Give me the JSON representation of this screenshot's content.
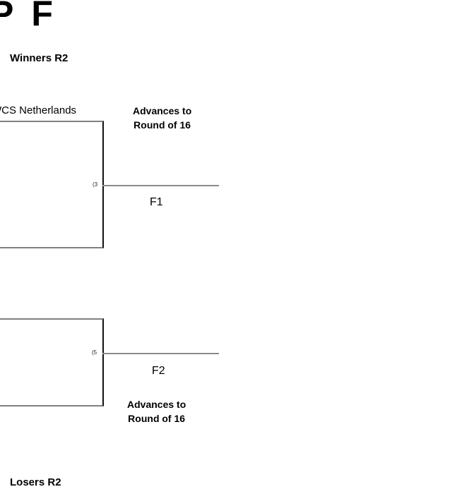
{
  "page": {
    "title_clipped": "P F",
    "background": "#ffffff",
    "line_color_box": "#111111",
    "line_color_connector": "#8a8a8a"
  },
  "headings": {
    "winners": "Winners R2",
    "losers": "Losers R2"
  },
  "bracket": {
    "type": "double-elimination-bracket",
    "matches": [
      {
        "id": "match-1",
        "seed_label": "WCS Netherlands",
        "match_tag": "(3",
        "flight_label": "F1",
        "advance_note_line1": "Advances to",
        "advance_note_line2": "Round of 16"
      },
      {
        "id": "match-2",
        "match_tag": "(5",
        "flight_label": "F2",
        "advance_note_line1": "Advances to",
        "advance_note_line2": "Round of 16"
      }
    ]
  }
}
